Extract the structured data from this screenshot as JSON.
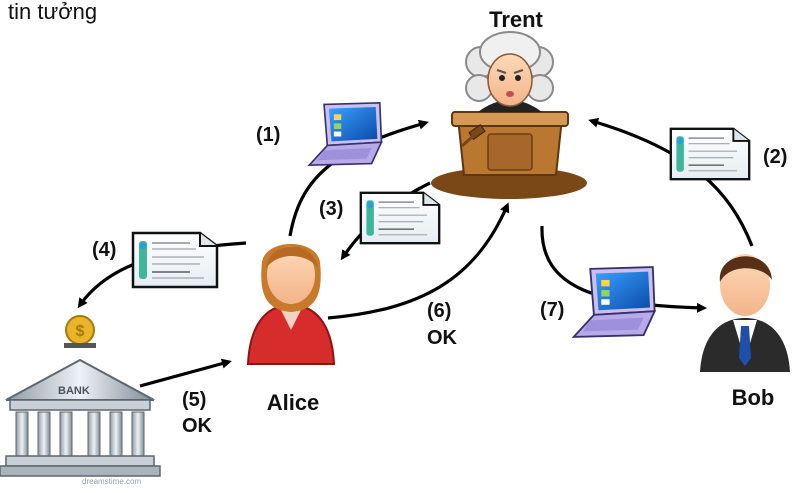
{
  "top_text": "tin tưởng",
  "actors": {
    "trent": "Trent",
    "alice": "Alice",
    "bob": "Bob"
  },
  "steps": {
    "s1": "(1)",
    "s2": "(2)",
    "s3": "(3)",
    "s4": "(4)",
    "s5": "(5)",
    "s5_ok": "OK",
    "s6": "(6)",
    "s6_ok": "OK",
    "s7": "(7)"
  },
  "bank_sign": "BANK",
  "watermark": "dreamstime.com",
  "colors": {
    "arrow": "#000000",
    "alice_shirt": "#d62c2c",
    "bob_suit": "#2b2b2b",
    "bob_tie": "#1f4fa8",
    "laptop": "#a594d6",
    "screen": "#1e6fd1",
    "podium": "#b9772f",
    "coin": "#e9b42a"
  }
}
